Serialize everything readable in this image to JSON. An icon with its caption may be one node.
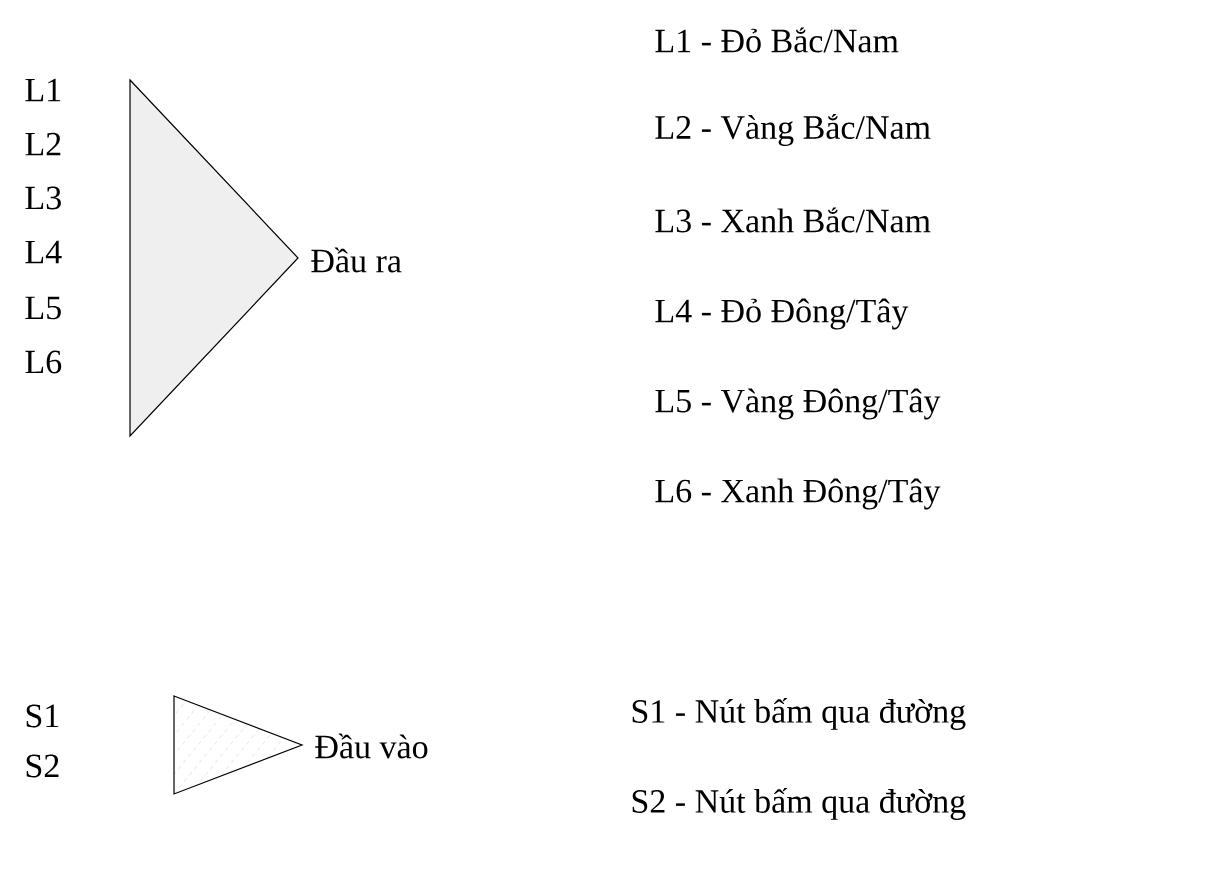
{
  "diagram": {
    "nodes": [
      {
        "text": [],
        "shape": "triangle",
        "beside": [
          "L1",
          "L2",
          "L3",
          "L4",
          "L5",
          "L6",
          "Đầu ra"
        ]
      },
      {
        "text": [],
        "shape": "triangle",
        "beside": [
          "S1",
          "S2",
          "Đầu vào"
        ]
      }
    ],
    "edges": [],
    "labels": [
      "L1 - Đỏ Bắc/Nam",
      "L2 - Vàng Bắc/Nam",
      "L3 - Xanh Bắc/Nam",
      "L4 - Đỏ Đông/Tây",
      "L5 - Vàng Đông/Tây",
      "L6 - Xanh Đông/Tây",
      "S1 - Nút bấm qua đường",
      "S2 - Nút bấm qua đường"
    ]
  }
}
